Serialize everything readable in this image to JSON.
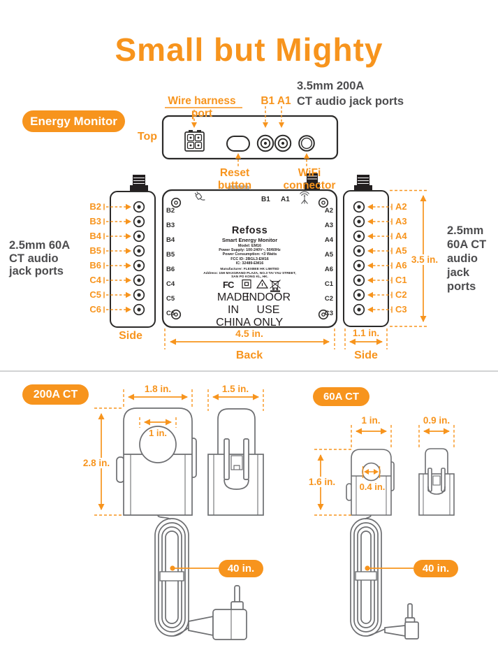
{
  "title": "Small but Mighty",
  "colors": {
    "orange": "#F7941D",
    "dark_text": "#4D4D4F",
    "line_dark": "#2B2A29",
    "line_gray": "#6D6E71"
  },
  "icons": [
    "wire-harness-port-icon",
    "reset-button-icon",
    "audio-jack-icon",
    "wifi-connector-icon",
    "antenna-connector-icon",
    "power-plug-icon",
    "antenna-icon",
    "fcc-icon",
    "double-insulation-icon",
    "cert-triangle-icon",
    "weee-bin-icon",
    "screw-icon"
  ],
  "top_view": {
    "badge": "Energy Monitor",
    "view_label": "Top",
    "wire_harness": "Wire harness port",
    "b1a1": "B1 A1",
    "note1": "3.5mm 200A",
    "note2": "CT audio jack ports",
    "reset": "Reset button",
    "wifi": "WiFi connector"
  },
  "back_view": {
    "left_note": [
      "2.5mm 60A",
      "CT audio",
      "jack ports"
    ],
    "right_note": [
      "2.5mm",
      "60A CT",
      "audio",
      "jack",
      "ports"
    ],
    "left_ports": [
      "B2",
      "B3",
      "B4",
      "B5",
      "B6",
      "C4",
      "C5",
      "C6"
    ],
    "right_ports": [
      "A2",
      "A3",
      "A4",
      "A5",
      "A6",
      "C1",
      "C2",
      "C3"
    ],
    "b1": "B1",
    "a1": "A1",
    "dim_height": "3.5 in.",
    "dim_width": "4.5 in.",
    "dim_side": "1.1 in.",
    "view_side_left": "Side",
    "view_back": "Back",
    "view_side_right": "Side",
    "label": {
      "brand": "Refoss",
      "product": "Smart Energy Monitor",
      "model": "Model: EM16",
      "power_supply": "Power Supply: 100-240V~, 50/60Hz",
      "power_consumption": "Power Consumption: <3 Watts",
      "fcc": "FCC ID: 2BGL3-EM16",
      "ic": "IC: 32489-EM16",
      "manufacturer": "Manufacturer: FLEXBEE HK LIMITED",
      "address1": "Address: 15H MAXGRAND PLAZA, NO.3 TAI YAU STREET,",
      "address2": "SAN PO KONG KL, HK.",
      "fcc_logo": "FC",
      "made_in": "MADE IN CHINA",
      "indoor": "INDOOR USE ONLY"
    }
  },
  "ct200": {
    "badge": "200A CT",
    "width": "1.8 in.",
    "depth": "1.5 in.",
    "hole": "1 in.",
    "height": "2.8 in.",
    "cable": "40 in."
  },
  "ct60": {
    "badge": "60A CT",
    "width": "1 in.",
    "depth": "0.9 in.",
    "hole": "0.4 in.",
    "height": "1.6 in.",
    "cable": "40 in."
  }
}
